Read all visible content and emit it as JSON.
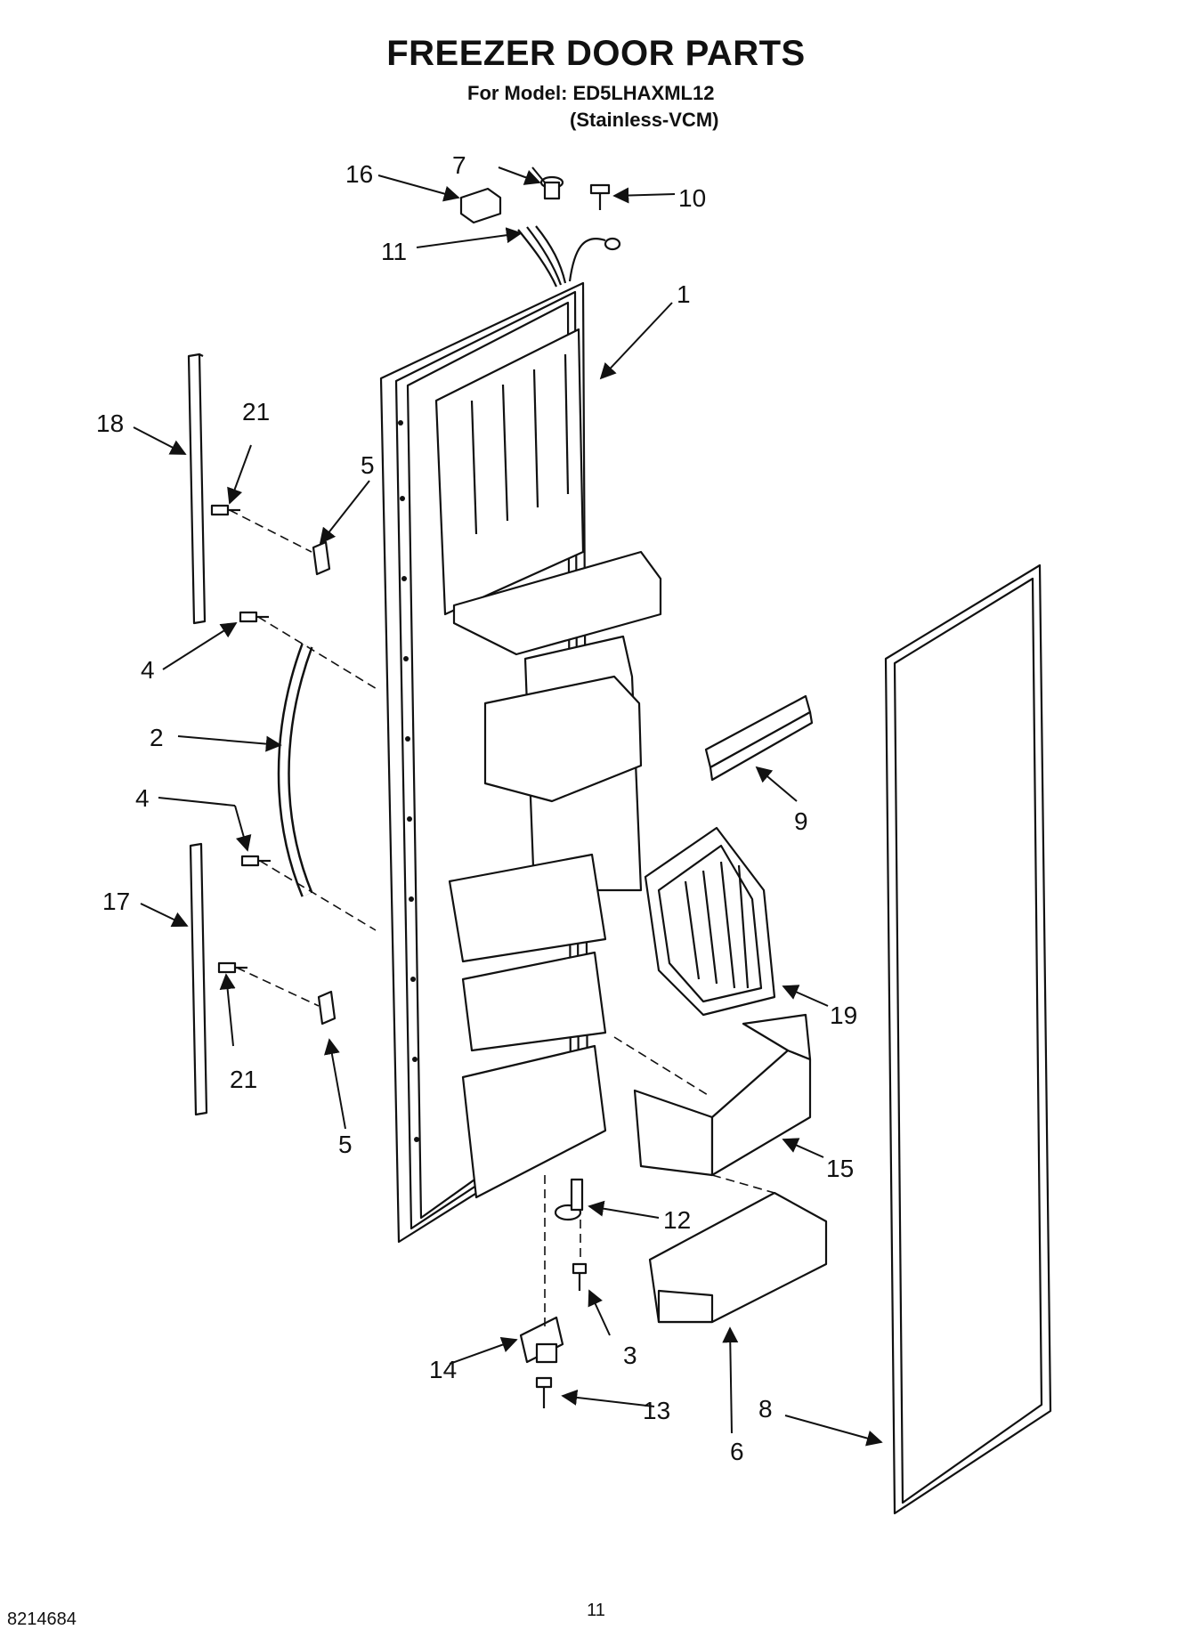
{
  "header": {
    "title": "FREEZER DOOR PARTS",
    "model_line": "For Model: ED5LHAXML12",
    "finish_line": "(Stainless-VCM)"
  },
  "footer": {
    "doc_number": "8214684",
    "page_number": "11"
  },
  "callouts": {
    "c1": "1",
    "c2": "2",
    "c3": "3",
    "c4a": "4",
    "c4b": "4",
    "c5a": "5",
    "c5b": "5",
    "c6": "6",
    "c7": "7",
    "c8": "8",
    "c9": "9",
    "c10": "10",
    "c11": "11",
    "c12": "12",
    "c13": "13",
    "c14": "14",
    "c15": "15",
    "c16": "16",
    "c17": "17",
    "c18": "18",
    "c19": "19",
    "c21a": "21",
    "c21b": "21"
  }
}
